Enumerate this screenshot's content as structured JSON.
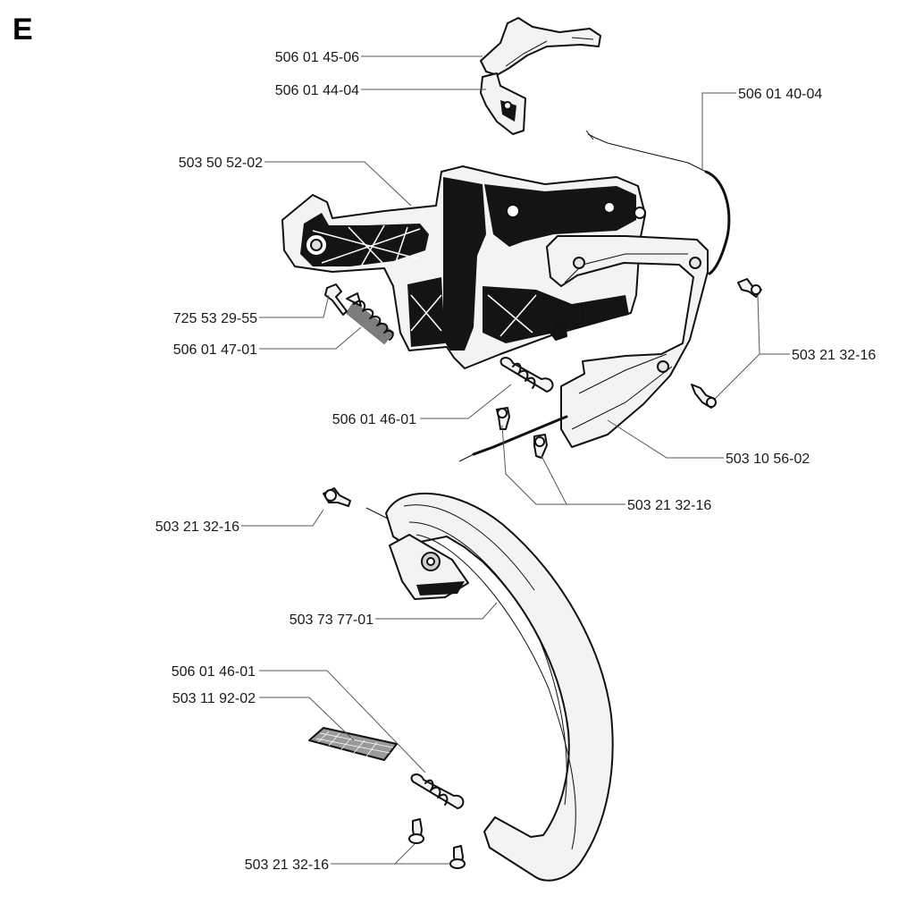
{
  "section_letter": "E",
  "callouts": {
    "lever": "506 01 45-06",
    "latch": "506 01 44-04",
    "cable": "506 01 40-04",
    "tank_housing": "503 50 52-02",
    "bolt": "725 53 29-55",
    "spring_top": "506 01 47-01",
    "screw_right": "503 21 32-16",
    "damper_spring": "506 01 46-01",
    "rear_handle": "503 10 56-02",
    "screw_pair": "503 21 32-16",
    "screw_left": "503 21 32-16",
    "front_handle": "503 73 77-01",
    "damper_spring_2": "506 01 46-01",
    "plate": "503 11 92-02",
    "screw_bottom": "503 21 32-16"
  }
}
